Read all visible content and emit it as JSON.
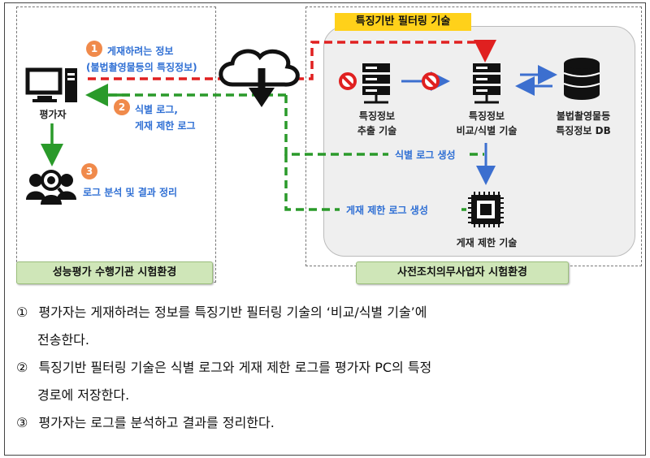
{
  "left_env": {
    "label": "성능평가 수행기관 시험환경",
    "evaluator_label": "평가자",
    "step1_num": "1",
    "step1_line1": "게재하려는 정보",
    "step1_line2": "(불법촬영물등의 특징정보)",
    "step2_num": "2",
    "step2_line1": "식별 로그,",
    "step2_line2": "게재 제한 로그",
    "step3_num": "3",
    "step3_label": "로그 분석 및 결과 정리"
  },
  "right_env": {
    "label": "사전조치의무사업자 시험환경",
    "header": "특징기반 필터링 기술",
    "extract_line1": "특징정보",
    "extract_line2": "추출 기술",
    "compare_line1": "특징정보",
    "compare_line2": "비교/식별 기술",
    "db_line1": "불법촬영물등",
    "db_line2": "특징정보 DB",
    "id_log_gen": "식별 로그 생성",
    "restrict_log_gen": "게재 제한 로그 생성",
    "restrict_tech": "게재 제한 기술"
  },
  "notes": [
    {
      "num": "①",
      "line1": "평가자는 게재하려는 정보를 특징기반 필터링 기술의 ‘비교/식별 기술’에",
      "line2": "전송한다."
    },
    {
      "num": "②",
      "line1": "특징기반 필터링 기술은 식별 로그와 게재 제한 로그를 평가자 PC의 특정",
      "line2": "경로에 저장한다."
    },
    {
      "num": "③",
      "line1": "평가자는 로그를 분석하고 결과를 정리한다.",
      "line2": ""
    }
  ],
  "colors": {
    "red_dash": "#e02020",
    "green_dash": "#2a9a2a",
    "blue_arrow": "#3c6fcf",
    "highlight": "#ffd11a"
  }
}
